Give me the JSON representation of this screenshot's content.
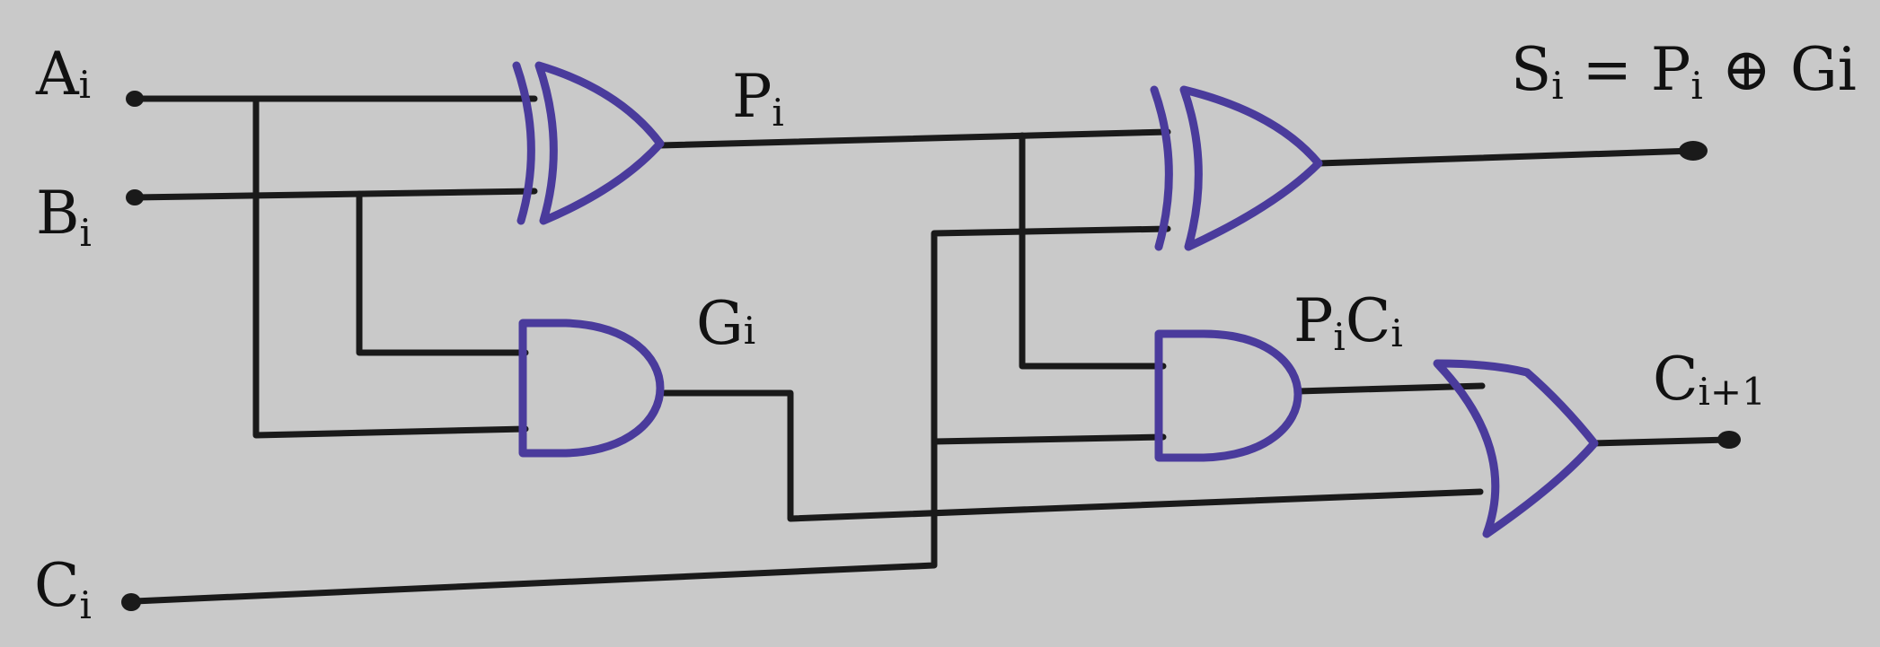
{
  "diagram": {
    "inputs": {
      "a": {
        "main": "A",
        "sub": "i"
      },
      "b": {
        "main": "B",
        "sub": "i"
      },
      "c": {
        "main": "C",
        "sub": "i"
      }
    },
    "signals": {
      "p": {
        "main": "P",
        "sub": "i"
      },
      "g": {
        "main": "G",
        "sub": "i"
      },
      "pc": {
        "main": "P",
        "sub": "i",
        "rest": "C",
        "sub2": "i"
      }
    },
    "outputs": {
      "sum": {
        "text": "S",
        "sub": "i",
        "eq": " = P",
        "sub2": "i",
        "op": " ⊕ ",
        "tail": "Gi"
      },
      "carry": {
        "main": "C",
        "sub": "i+1"
      }
    },
    "colors": {
      "gate": "#4a3b9c",
      "wire": "#1a1a1a",
      "background": "#c9c9c9"
    }
  }
}
